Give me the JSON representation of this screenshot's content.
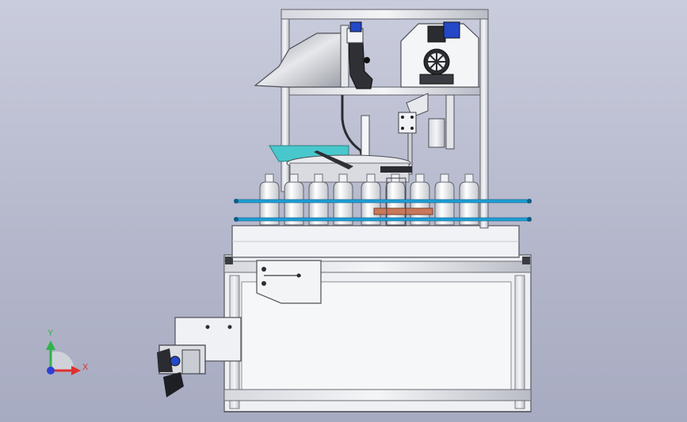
{
  "viewport": {
    "background_top": "#c9ccdc",
    "background_bottom": "#a7abc1"
  },
  "triad": {
    "x_label": "X",
    "y_label": "Y",
    "x_color": "#e0312d",
    "y_color": "#2fb34a",
    "z_color": "#2d3fd6"
  },
  "machine": {
    "bottle_count": 9,
    "rail_color": "#1f9fd6",
    "accent_color": "#48c8cc",
    "motor_color": "#2448c8",
    "disc_color": "#c8785a"
  }
}
